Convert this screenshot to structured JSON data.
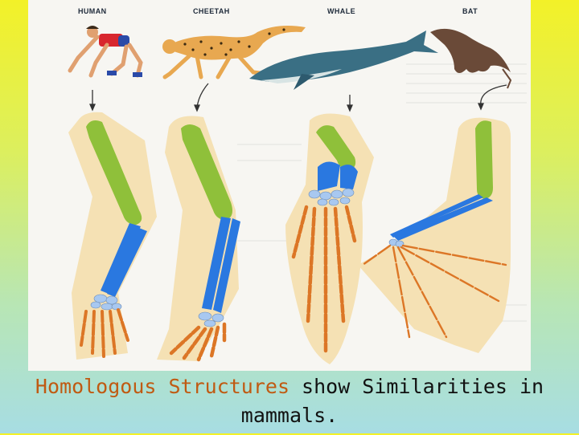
{
  "figure": {
    "labels": [
      "HUMAN",
      "CHEETAH",
      "WHALE",
      "BAT"
    ]
  },
  "caption": {
    "emphasis": "Homologous Structures",
    "rest_line1": " show Similarities in",
    "line2": "mammals."
  },
  "colors": {
    "humerus": "#8fc03a",
    "radius_ulna": "#2a78e0",
    "carpals": "#a8c8f0",
    "phalanges": "#dc7626",
    "skin": "#f5e1b4",
    "accent_text": "#c05a12"
  }
}
